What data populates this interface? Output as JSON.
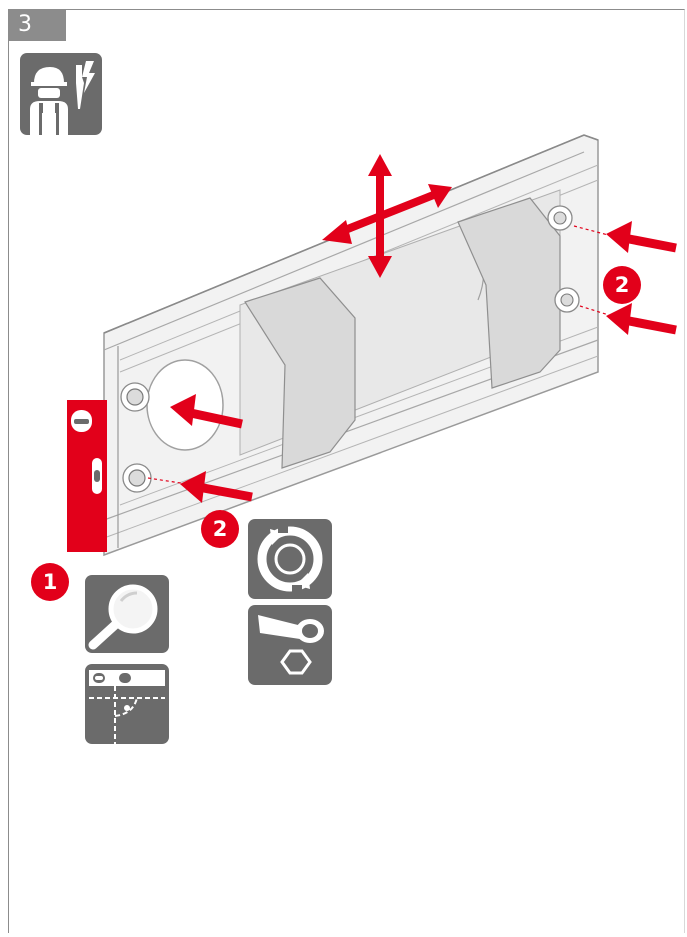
{
  "step": {
    "number": "3"
  },
  "badges": {
    "first": "1",
    "second_left": "2",
    "second_right": "2"
  },
  "icons": {
    "technician": "electrician-worker-icon",
    "inspect": "magnifier-icon",
    "level": "spirit-level-icon",
    "rotate": "rotate-arrows-icon",
    "socket": "socket-wrench-hex-icon"
  },
  "colors": {
    "accent": "#e2001a",
    "tile": "#6b6b6b",
    "rail": "#f0f0f0",
    "strap": "#d9d9d9"
  }
}
